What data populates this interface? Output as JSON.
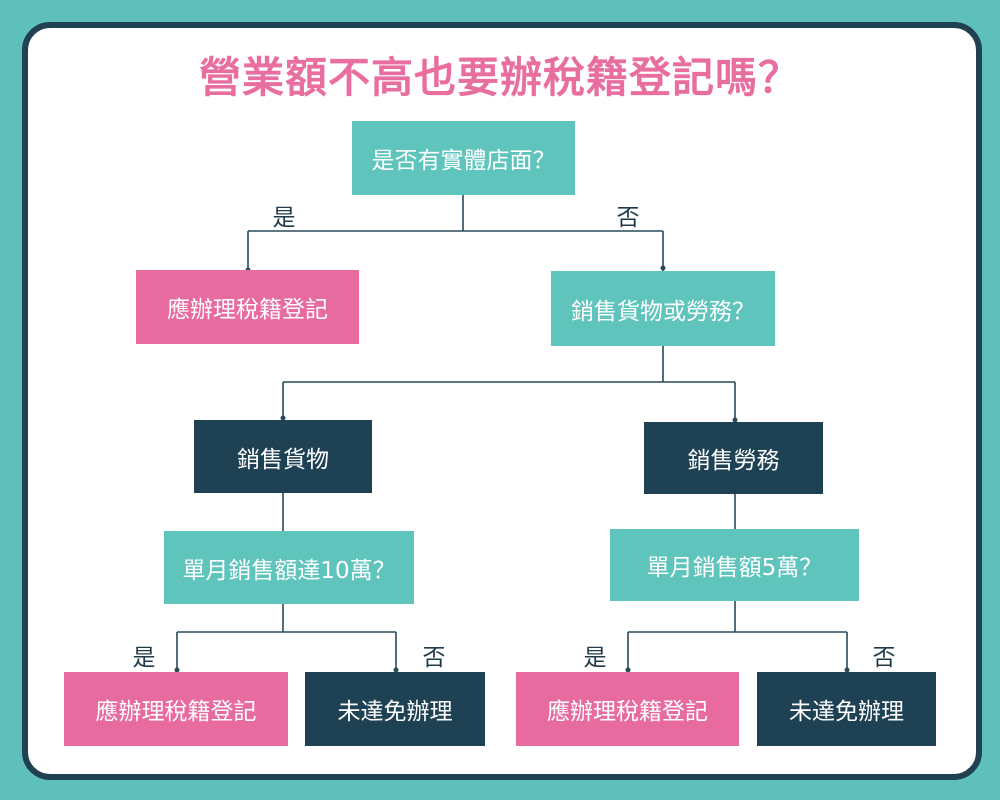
{
  "title": "營業額不高也要辦稅籍登記嗎？",
  "nodes": {
    "root_q": "是否有實體店面？",
    "register_top": "應辦理稅籍登記",
    "sell_q": "銷售貨物或勞務？",
    "goods": "銷售貨物",
    "services": "銷售勞務",
    "goods_q": "單月銷售額達10萬？",
    "services_q": "單月銷售額5萬？",
    "goods_register": "應辦理稅籍登記",
    "goods_exempt": "未達免辦理",
    "services_register": "應辦理稅籍登記",
    "services_exempt": "未達免辦理"
  },
  "labels": {
    "yes": "是",
    "no": "否"
  },
  "colors": {
    "background": "#5fc0bb",
    "card_border": "#1f4152",
    "title": "#e96ea0",
    "teal_node": "#5fc4bc",
    "pink_node": "#e86ba0",
    "navy_node": "#1e4254"
  }
}
